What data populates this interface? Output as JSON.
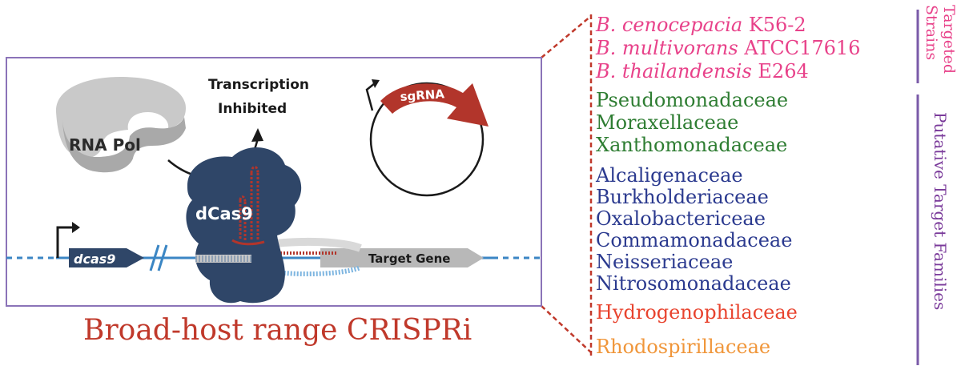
{
  "diagram": {
    "rna_pol_label": "RNA Pol",
    "transcription_line1": "Transcription",
    "transcription_line2": "Inhibited",
    "sgrna_label": "sgRNA",
    "dcas9_protein_label": "dCas9",
    "dcas9_gene_label": "dcas9",
    "target_gene_label": "Target Gene",
    "caption": "Broad-host range CRISPRi"
  },
  "targeted_strains": {
    "label": "Targeted Strains",
    "items": [
      {
        "species": "B. cenocepacia",
        "strain": "K56-2"
      },
      {
        "species": "B. multivorans",
        "strain": "ATCC17616"
      },
      {
        "species": "B. thailandensis",
        "strain": "E264"
      }
    ]
  },
  "putative_families": {
    "label": "Putative Target Families",
    "groups": [
      {
        "color": "#2e7d32",
        "items": [
          "Pseudomonadaceae",
          "Moraxellaceae",
          "Xanthomonadaceae"
        ]
      },
      {
        "color": "#2b3a8f",
        "items": [
          "Alcaligenaceae",
          "Burkholderiaceae",
          "Oxalobactericeae",
          "Commamonadaceae",
          "Neisseriaceae",
          "Nitrosomonadaceae"
        ]
      },
      {
        "color": "#e8432e",
        "items": [
          "Hydrogenophilaceae"
        ]
      },
      {
        "color": "#f0963a",
        "items": [
          "Rhodospirillaceae"
        ]
      }
    ]
  },
  "colors": {
    "strain_pink": "#e8428a",
    "box_border": "#8b73b8",
    "dashed_red": "#c0392b",
    "caption_red": "#c0392b",
    "bracket_purple": "#7a5aa8",
    "dcas9_navy": "#2f4668",
    "sgrna_red": "#b2352b",
    "dna_blue": "#3b86c4"
  }
}
